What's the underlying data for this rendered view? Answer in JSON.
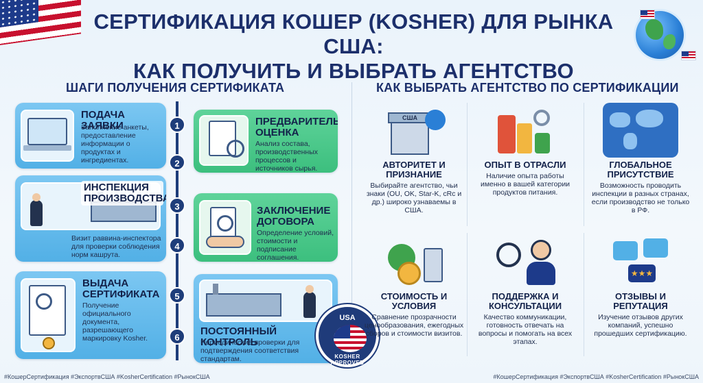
{
  "header": {
    "title_line1": "СЕРТИФИКАЦИЯ КОШЕР (KOSHER) ДЛЯ РЫНКА США:",
    "title_line2": "КАК ПОЛУЧИТЬ И ВЫБРАТЬ АГЕНТСТВО"
  },
  "left": {
    "section_title": "ШАГИ ПОЛУЧЕНИЯ СЕРТИФИКАТА",
    "steps": [
      {
        "num": "1",
        "title": "ПОДАЧА ЗАЯВКИ",
        "text": "Заполнение анкеты, предоставление информации о продуктах и ингредиентах."
      },
      {
        "num": "2",
        "title": "ПРЕДВАРИТЕЛЬНАЯ ОЦЕНКА",
        "text": "Анализ состава, производственных процессов и источников сырья."
      },
      {
        "num": "3",
        "title": "ИНСПЕКЦИЯ ПРОИЗВОДСТВА",
        "text": "Визит раввина-инспектора для проверки соблюдения норм кашрута."
      },
      {
        "num": "4",
        "title": "ЗАКЛЮЧЕНИЕ ДОГОВОРА",
        "text": "Определение условий, стоимости и подписание соглашения."
      },
      {
        "num": "5",
        "title": "ВЫДАЧА СЕРТИФИКАТА",
        "text": "Получение официального документа, разрешающего маркировку Kosher."
      },
      {
        "num": "6",
        "title": "ПОСТОЯННЫЙ КОНТРОЛЬ",
        "text": "Периодические проверки для подтверждения соответствия стандартам."
      }
    ],
    "seal_top": "USA",
    "seal_bottom": "KOSHER APPROVED"
  },
  "right": {
    "section_title": "КАК ВЫБРАТЬ АГЕНТСТВО ПО СЕРТИФИКАЦИИ",
    "criteria": [
      {
        "title": "АВТОРИТЕТ И ПРИЗНАНИЕ",
        "text": "Выбирайте агентство, чьи знаки (OU, OK, Star-K, cRc и др.) широко узнаваемы в США.",
        "icon_label": "США"
      },
      {
        "title": "ОПЫТ В ОТРАСЛИ",
        "text": "Наличие опыта работы именно в вашей категории продуктов питания."
      },
      {
        "title": "ГЛОБАЛЬНОЕ ПРИСУТСТВИЕ",
        "text": "Возможность проводить инспекции в разных странах, если производство не только в РФ."
      },
      {
        "title": "СТОИМОСТЬ И УСЛОВИЯ",
        "text": "Сравнение прозрачности ценообразования, ежегодных сборов и стоимости визитов."
      },
      {
        "title": "ПОДДЕРЖКА И КОНСУЛЬТАЦИИ",
        "text": "Качество коммуникации, готовность отвечать на вопросы и помогать на всех этапах."
      },
      {
        "title": "ОТЗЫВЫ И РЕПУТАЦИЯ",
        "text": "Изучение отзывов других компаний, успешно прошедших сертификацию."
      }
    ]
  },
  "footer": {
    "hashtags_left": "#КошерСертификация #ЭкспортвСША #KosherCertification #РынокСША",
    "hashtags_right": "#КошерСертификация #ЭкспортвСША #KosherCertification #РынокСША"
  },
  "colors": {
    "navy": "#1c2f6b",
    "blue_card": "#52b0e6",
    "green_card": "#3cbf7e"
  }
}
